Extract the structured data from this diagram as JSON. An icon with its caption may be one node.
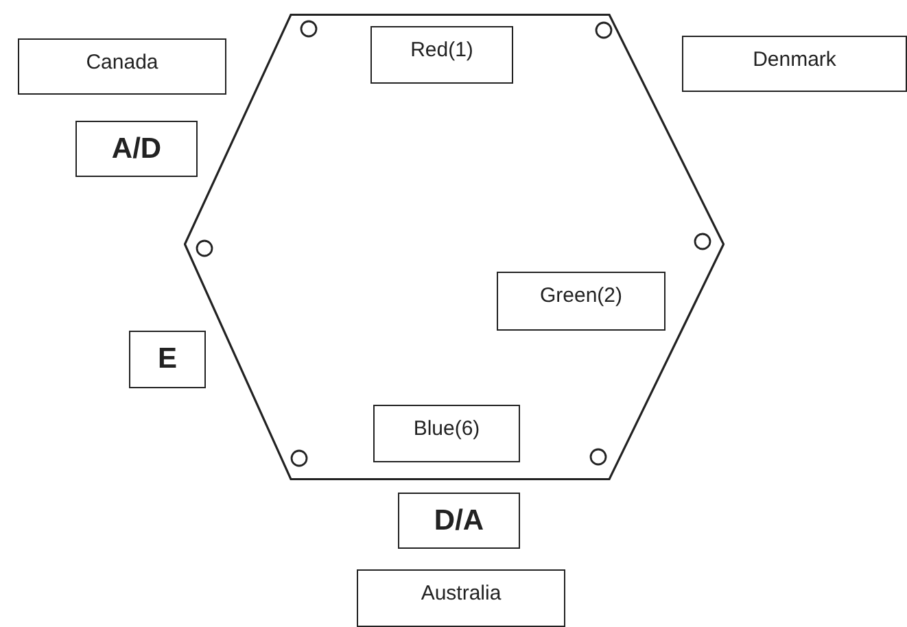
{
  "diagram": {
    "nodes": [
      {
        "text": [
          "Canada"
        ]
      },
      {
        "text": [],
        "shape": "hexagon"
      },
      {
        "text": [
          "Red(1)"
        ],
        "in": 1
      },
      {
        "text": [
          "Denmark"
        ]
      },
      {
        "text": [
          "A/D"
        ]
      },
      {
        "text": [
          "Green(2)"
        ],
        "in": 1
      },
      {
        "text": [
          "E"
        ]
      },
      {
        "text": [
          "Blue(6)"
        ],
        "in": 1
      },
      {
        "text": [
          "D/A"
        ]
      },
      {
        "text": [
          "Australia"
        ]
      }
    ]
  }
}
